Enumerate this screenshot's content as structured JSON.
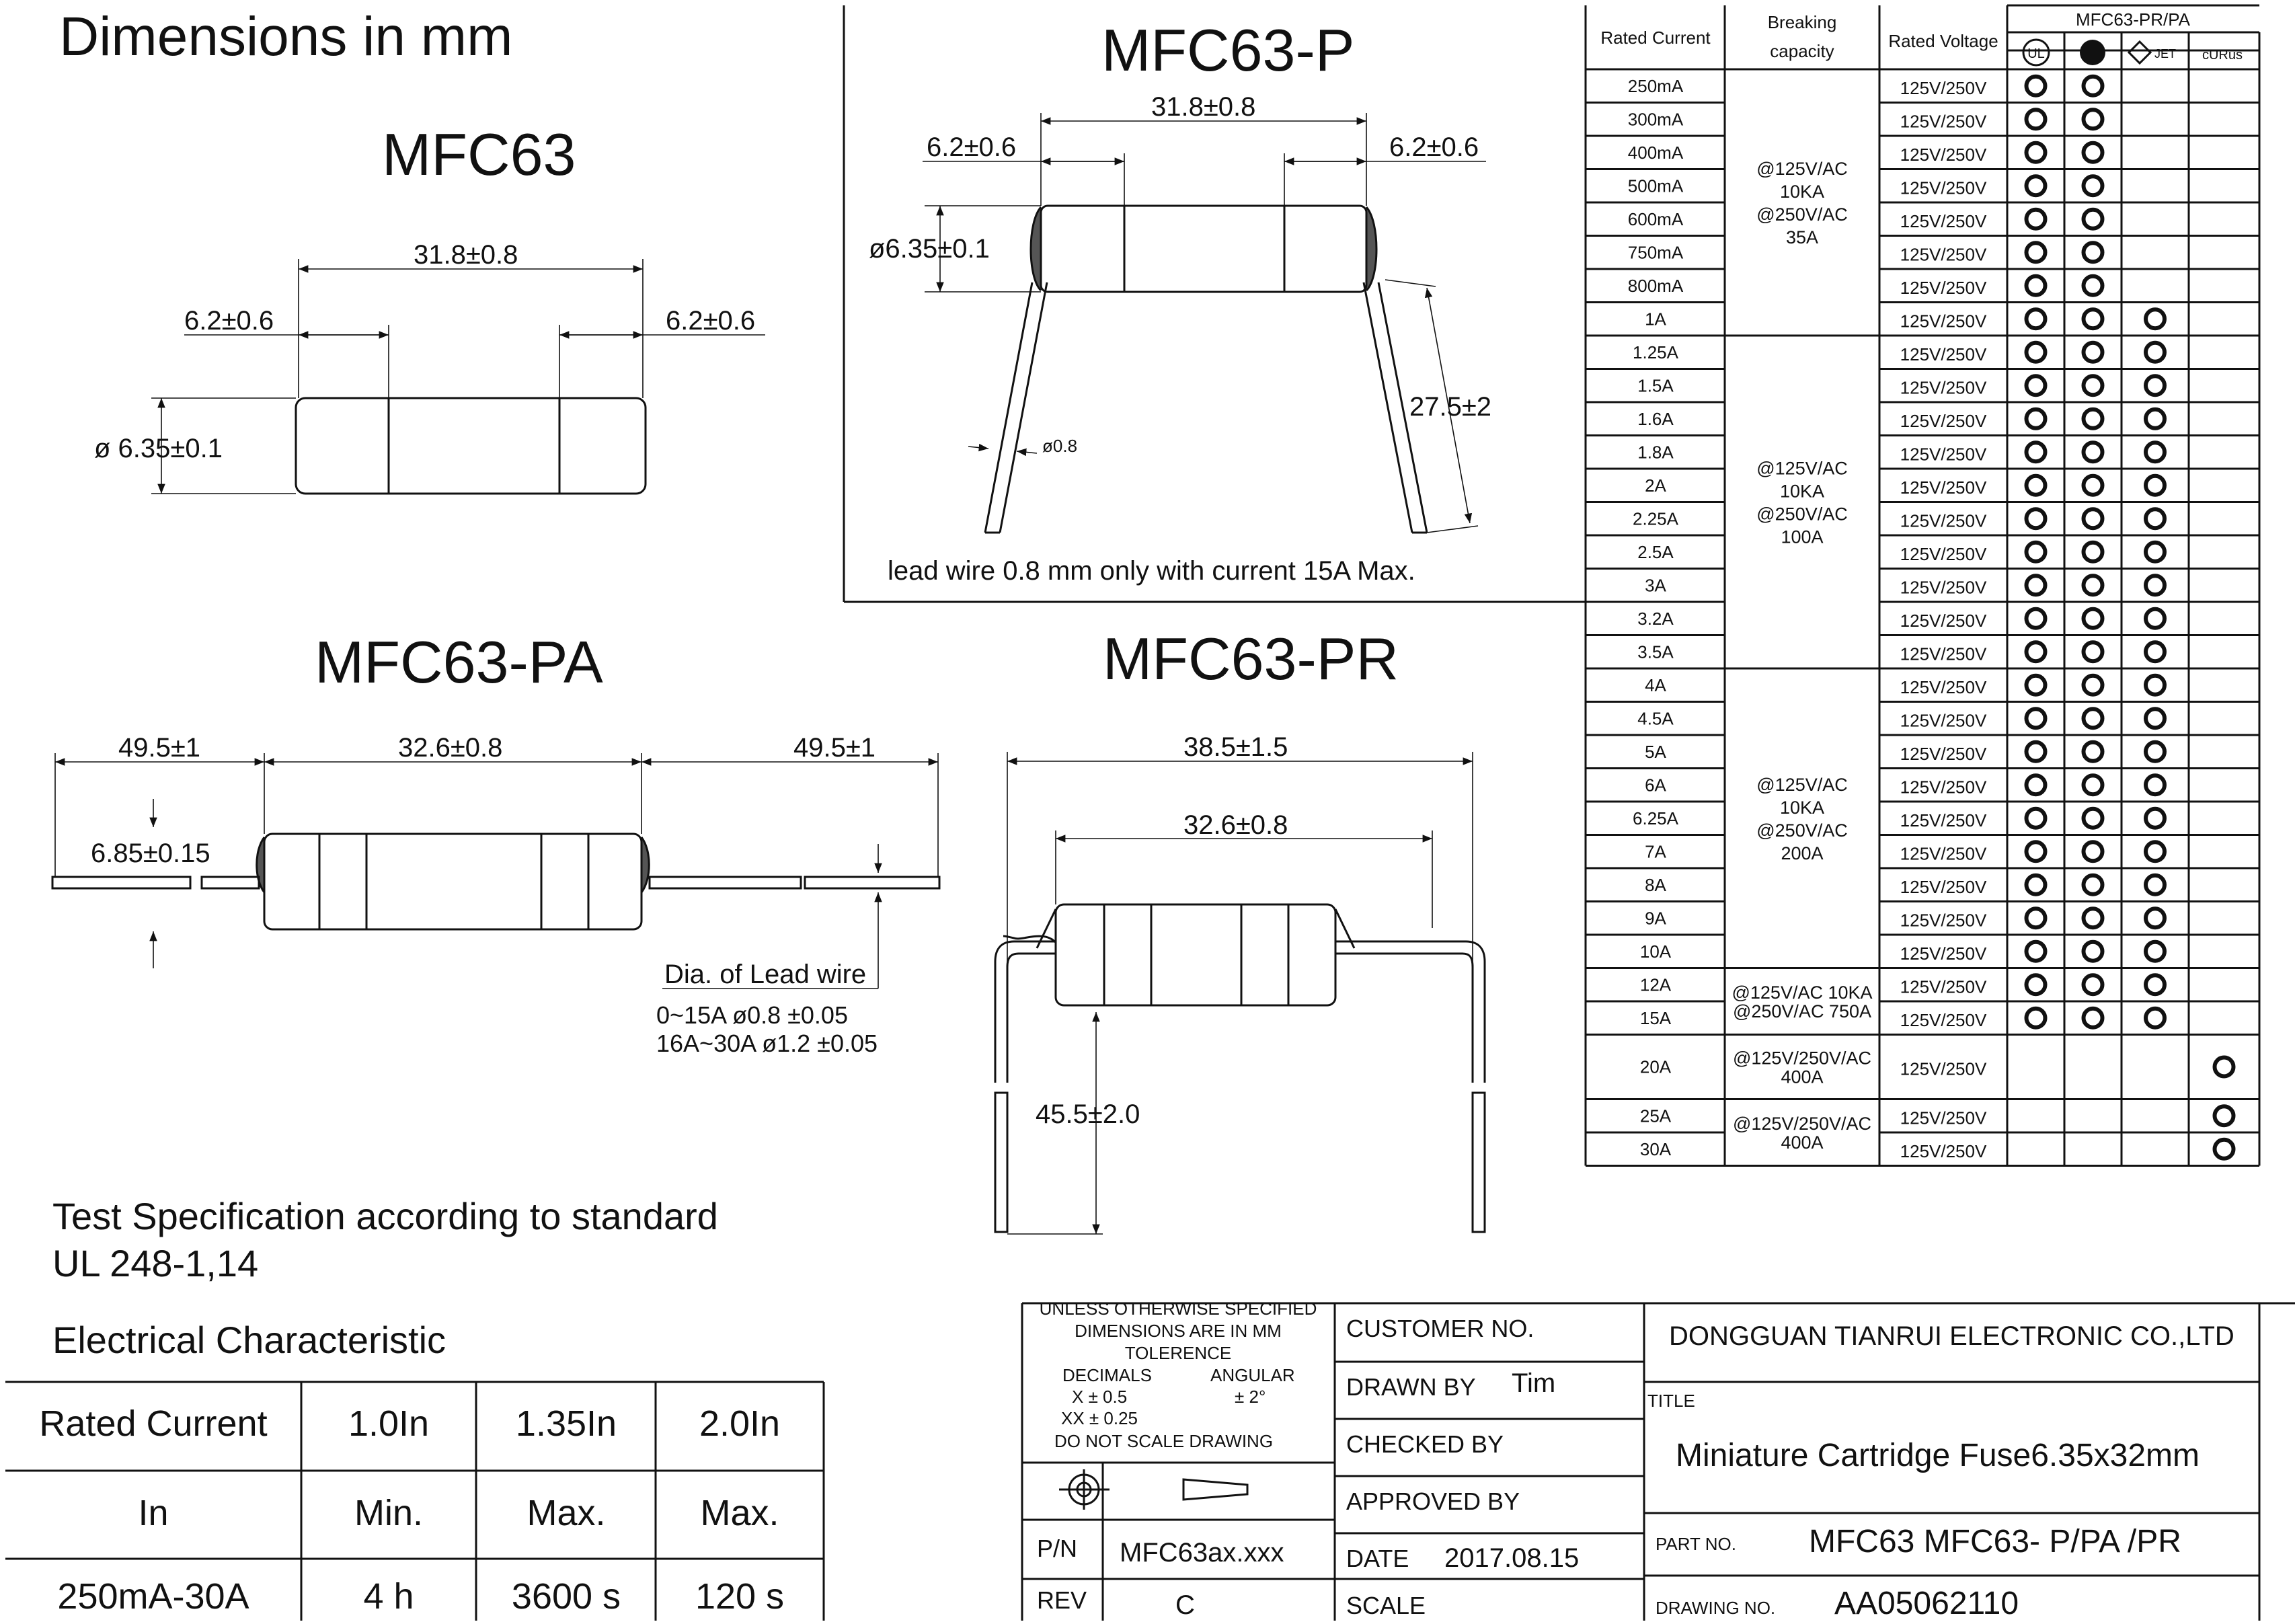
{
  "header": {
    "dimensions_caption": "Dimensions in mm"
  },
  "drawings": {
    "mfc63": {
      "title": "MFC63",
      "overall_length": "31.8±0.8",
      "cap_left": "6.2±0.6",
      "cap_right": "6.2±0.6",
      "diameter": "ø 6.35±0.1"
    },
    "mfc63_p": {
      "title": "MFC63-P",
      "overall_length": "31.8±0.8",
      "cap_left": "6.2±0.6",
      "cap_right": "6.2±0.6",
      "diameter": "ø6.35±0.1",
      "lead_length": "27.5±2",
      "lead_dia": "ø0.8",
      "note": "lead wire 0.8 mm only with current 15A Max."
    },
    "mfc63_pa": {
      "title": "MFC63-PA",
      "lead_left": "49.5±1",
      "body_length": "32.6±0.8",
      "lead_right": "49.5±1",
      "diameter": "6.85±0.15",
      "lead_wire_heading": "Dia. of Lead wire",
      "lead_wire_line1": "0~15A ø0.8 ±0.05",
      "lead_wire_line2": "16A~30A ø1.2 ±0.05"
    },
    "mfc63_pr": {
      "title": "MFC63-PR",
      "overall_width": "38.5±1.5",
      "body_length": "32.6±0.8",
      "lead_height": "45.5±2.0"
    }
  },
  "test_spec": {
    "line1": "Test Specification according to standard",
    "line2": "UL 248-1,14"
  },
  "electrical": {
    "heading": "Electrical Characteristic",
    "rows": [
      [
        "Rated Current",
        "1.0In",
        "1.35In",
        "2.0In"
      ],
      [
        "In",
        "Min.",
        "Max.",
        "Max."
      ],
      [
        "250mA-30A",
        "4 h",
        "3600 s",
        "120 s"
      ]
    ]
  },
  "ratings_table": {
    "headers": {
      "rated_current": "Rated Current",
      "breaking_line1": "Breaking",
      "breaking_line2": "capacity",
      "rated_voltage": "Rated Voltage",
      "approvals_group": "MFC63-PR/PA",
      "approvals": [
        "UL mark",
        "CCC mark",
        "PSE JET mark",
        "cURus mark"
      ]
    },
    "rows": [
      {
        "current": "250mA",
        "voltage": "125V/250V",
        "marks": [
          1,
          1,
          0,
          0
        ]
      },
      {
        "current": "300mA",
        "voltage": "125V/250V",
        "marks": [
          1,
          1,
          0,
          0
        ]
      },
      {
        "current": "400mA",
        "voltage": "125V/250V",
        "marks": [
          1,
          1,
          0,
          0
        ]
      },
      {
        "current": "500mA",
        "voltage": "125V/250V",
        "marks": [
          1,
          1,
          0,
          0
        ]
      },
      {
        "current": "600mA",
        "voltage": "125V/250V",
        "marks": [
          1,
          1,
          0,
          0
        ]
      },
      {
        "current": "750mA",
        "voltage": "125V/250V",
        "marks": [
          1,
          1,
          0,
          0
        ]
      },
      {
        "current": "800mA",
        "voltage": "125V/250V",
        "marks": [
          1,
          1,
          0,
          0
        ]
      },
      {
        "current": "1A",
        "voltage": "125V/250V",
        "marks": [
          1,
          1,
          1,
          0
        ]
      },
      {
        "current": "1.25A",
        "voltage": "125V/250V",
        "marks": [
          1,
          1,
          1,
          0
        ]
      },
      {
        "current": "1.5A",
        "voltage": "125V/250V",
        "marks": [
          1,
          1,
          1,
          0
        ]
      },
      {
        "current": "1.6A",
        "voltage": "125V/250V",
        "marks": [
          1,
          1,
          1,
          0
        ]
      },
      {
        "current": "1.8A",
        "voltage": "125V/250V",
        "marks": [
          1,
          1,
          1,
          0
        ]
      },
      {
        "current": "2A",
        "voltage": "125V/250V",
        "marks": [
          1,
          1,
          1,
          0
        ]
      },
      {
        "current": "2.25A",
        "voltage": "125V/250V",
        "marks": [
          1,
          1,
          1,
          0
        ]
      },
      {
        "current": "2.5A",
        "voltage": "125V/250V",
        "marks": [
          1,
          1,
          1,
          0
        ]
      },
      {
        "current": "3A",
        "voltage": "125V/250V",
        "marks": [
          1,
          1,
          1,
          0
        ]
      },
      {
        "current": "3.2A",
        "voltage": "125V/250V",
        "marks": [
          1,
          1,
          1,
          0
        ]
      },
      {
        "current": "3.5A",
        "voltage": "125V/250V",
        "marks": [
          1,
          1,
          1,
          0
        ]
      },
      {
        "current": "4A",
        "voltage": "125V/250V",
        "marks": [
          1,
          1,
          1,
          0
        ]
      },
      {
        "current": "4.5A",
        "voltage": "125V/250V",
        "marks": [
          1,
          1,
          1,
          0
        ]
      },
      {
        "current": "5A",
        "voltage": "125V/250V",
        "marks": [
          1,
          1,
          1,
          0
        ]
      },
      {
        "current": "6A",
        "voltage": "125V/250V",
        "marks": [
          1,
          1,
          1,
          0
        ]
      },
      {
        "current": "6.25A",
        "voltage": "125V/250V",
        "marks": [
          1,
          1,
          1,
          0
        ]
      },
      {
        "current": "7A",
        "voltage": "125V/250V",
        "marks": [
          1,
          1,
          1,
          0
        ]
      },
      {
        "current": "8A",
        "voltage": "125V/250V",
        "marks": [
          1,
          1,
          1,
          0
        ]
      },
      {
        "current": "9A",
        "voltage": "125V/250V",
        "marks": [
          1,
          1,
          1,
          0
        ]
      },
      {
        "current": "10A",
        "voltage": "125V/250V",
        "marks": [
          1,
          1,
          1,
          0
        ]
      },
      {
        "current": "12A",
        "voltage": "125V/250V",
        "marks": [
          1,
          1,
          1,
          0
        ]
      },
      {
        "current": "15A",
        "voltage": "125V/250V",
        "marks": [
          1,
          1,
          1,
          0
        ]
      },
      {
        "current": "20A",
        "voltage": "125V/250V",
        "marks": [
          0,
          0,
          0,
          1
        ]
      },
      {
        "current": "25A",
        "voltage": "125V/250V",
        "marks": [
          0,
          0,
          0,
          1
        ]
      },
      {
        "current": "30A",
        "voltage": "125V/250V",
        "marks": [
          0,
          0,
          0,
          1
        ]
      }
    ],
    "breaking_groups": [
      {
        "lines": [
          "@125V/AC",
          "10KA",
          "@250V/AC",
          "35A"
        ]
      },
      {
        "lines": [
          "@125V/AC",
          "10KA",
          "@250V/AC",
          "100A"
        ]
      },
      {
        "lines": [
          "@125V/AC",
          "10KA",
          "@250V/AC",
          "200A"
        ]
      },
      {
        "lines": [
          "@125V/AC  10KA",
          "@250V/AC  750A"
        ]
      },
      {
        "lines": [
          "@125V/250V/AC",
          "400A"
        ]
      },
      {
        "lines": [
          "@125V/250V/AC",
          "400A"
        ]
      }
    ]
  },
  "title_block": {
    "tolerance_lines": [
      "UNLESS OTHERWISE SPECIFIED",
      "DIMENSIONS ARE IN MM",
      "TOLERENCE"
    ],
    "decimals_label": "DECIMALS",
    "angular_label": "ANGULAR",
    "x_tol": "X  ±  0.5",
    "angular_tol": "± 2°",
    "xx_tol": "XX  ±  0.25",
    "no_scale": "DO NOT SCALE DRAWING",
    "customer_no_label": "CUSTOMER NO.",
    "drawn_by_label": "DRAWN BY",
    "drawn_by": "Tim",
    "checked_by_label": "CHECKED BY",
    "approved_by_label": "APPROVED BY",
    "pn_label": "P/N",
    "pn": "MFC63ax.xxx",
    "date_label": "DATE",
    "date": "2017.08.15",
    "rev_label": "REV",
    "rev": "C",
    "scale_label": "SCALE",
    "company": "DONGGUAN TIANRUI ELECTRONIC CO.,LTD",
    "title_label": "TITLE",
    "title": "Miniature Cartridge Fuse6.35x32mm",
    "part_no_label": "PART NO.",
    "part_no": "MFC63  MFC63- P/PA /PR",
    "drawing_no_label": "DRAWING NO.",
    "drawing_no": "AA05062110"
  }
}
